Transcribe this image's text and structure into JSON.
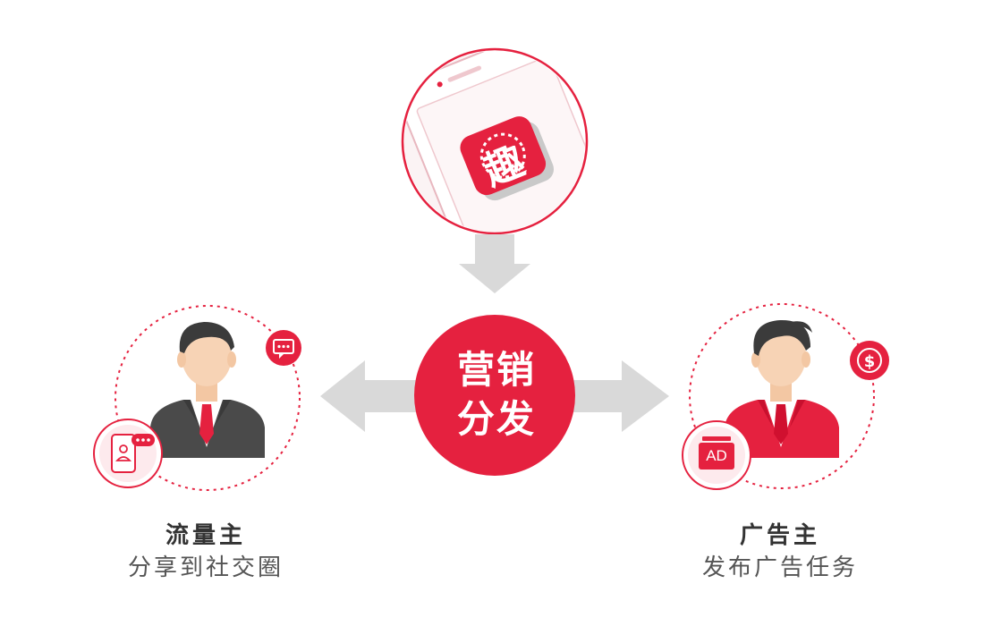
{
  "colors": {
    "accent": "#e5213f",
    "arrow": "#d9d9d9",
    "dotted_ring": "#e5213f",
    "suit_dark": "#4a4a4a",
    "suit_red": "#e5213f"
  },
  "app": {
    "icon_char": "趣",
    "icon": "app-icon"
  },
  "center": {
    "line1": "营销",
    "line2": "分发"
  },
  "left": {
    "title": "流量主",
    "subtitle": "分享到社交圈",
    "icons": [
      "chat-bubble-icon",
      "phone-share-icon"
    ]
  },
  "right": {
    "title": "广告主",
    "subtitle": "发布广告任务",
    "ad_label": "AD",
    "icons": [
      "dollar-icon",
      "ad-card-icon"
    ]
  }
}
